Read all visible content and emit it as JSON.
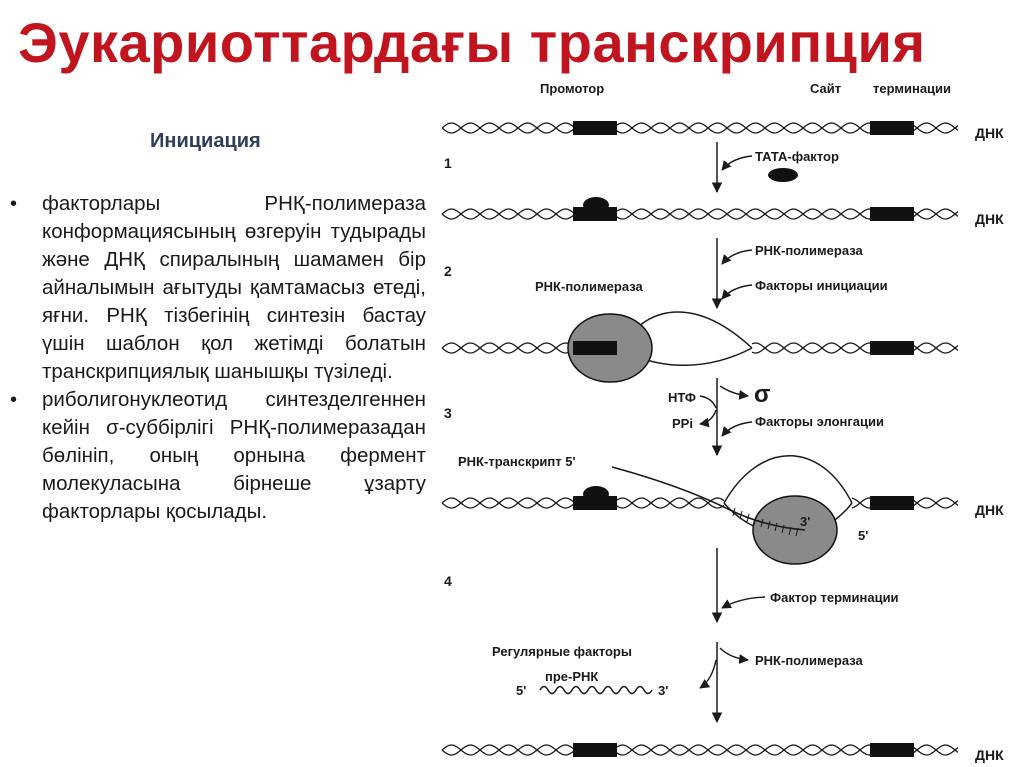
{
  "title": "Эукариоттардағы транскрипция",
  "subtitle": "Инициация",
  "bullets": [
    "факторлары РНҚ-полимераза конформациясының өзгеруін тудырады және ДНҚ спиралының шамамен бір айналымын ағытуды қамтамасыз етеді, яғни. РНҚ тізбегінің синтезін бастау үшін шаблон қол жетімді болатын транскрипциялық шанышқы түзіледі.",
    "риболигонуклеотид синтезделгеннен кейін σ-суббірлігі РНҚ-полимеразадан бөлініп, оның орнына фермент молекуласына бірнеше ұзарту факторлары қосылады."
  ],
  "diagram": {
    "promoter": "Промотор",
    "site": "Сайт",
    "termination": "терминации",
    "dnk": "ДНК",
    "steps": [
      "1",
      "2",
      "3",
      "4"
    ],
    "tata_factor": "ТАТА-фактор",
    "rnk_polymerase": "РНК-полимераза",
    "init_factors": "Факторы инициации",
    "ntf": "НТФ",
    "ppi": "PPi",
    "sigma": "σ",
    "elong_factors": "Факторы элонгации",
    "rnk_transcript": "РНК-транскрипт 5'",
    "three_prime": "3'",
    "five_prime": "5'",
    "term_factor": "Фактор терминации",
    "reg_factors": "Регулярные факторы",
    "pre_rnk": "пре-РНК",
    "pre_five": "5'",
    "pre_three": "3'"
  },
  "colors": {
    "title": "#c0141e",
    "subtitle": "#2d3d5a",
    "polymerase_fill": "#8a8a8a"
  }
}
